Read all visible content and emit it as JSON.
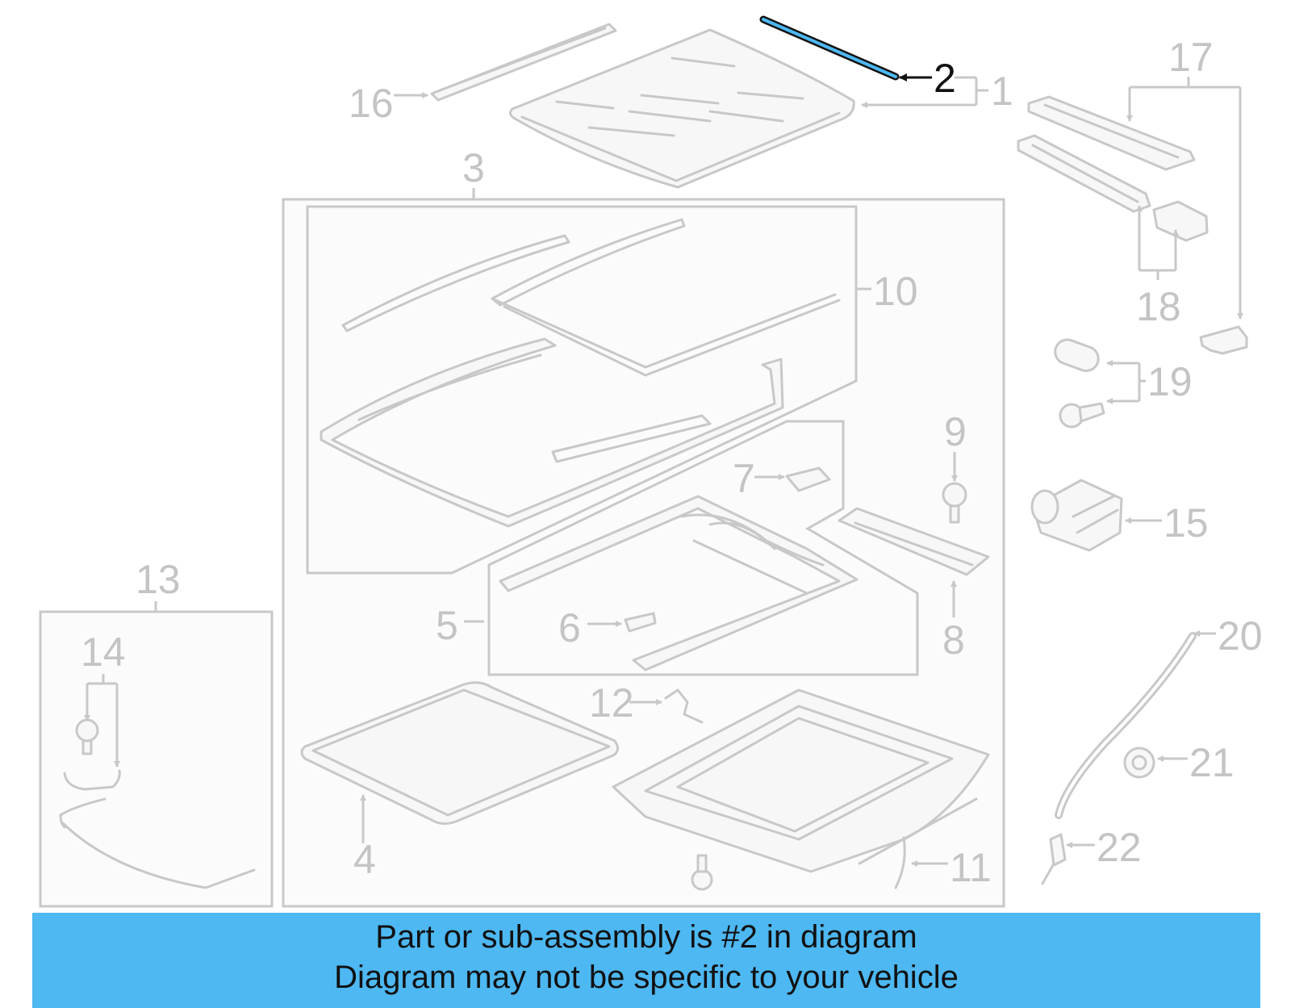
{
  "callouts": {
    "n1": "1",
    "n2": "2",
    "n3": "3",
    "n4": "4",
    "n5": "5",
    "n6": "6",
    "n7": "7",
    "n8": "8",
    "n9": "9",
    "n10": "10",
    "n11": "11",
    "n12": "12",
    "n13": "13",
    "n14": "14",
    "n15": "15",
    "n16": "16",
    "n17": "17",
    "n18": "18",
    "n19": "19",
    "n20": "20",
    "n21": "21",
    "n22": "22"
  },
  "highlight": {
    "part": "2",
    "color": "#4db8f2"
  },
  "banner": {
    "line1": "Part or sub-assembly is #2 in diagram",
    "line2": "Diagram may not be specific to your vehicle",
    "color": "#4db8f2"
  }
}
